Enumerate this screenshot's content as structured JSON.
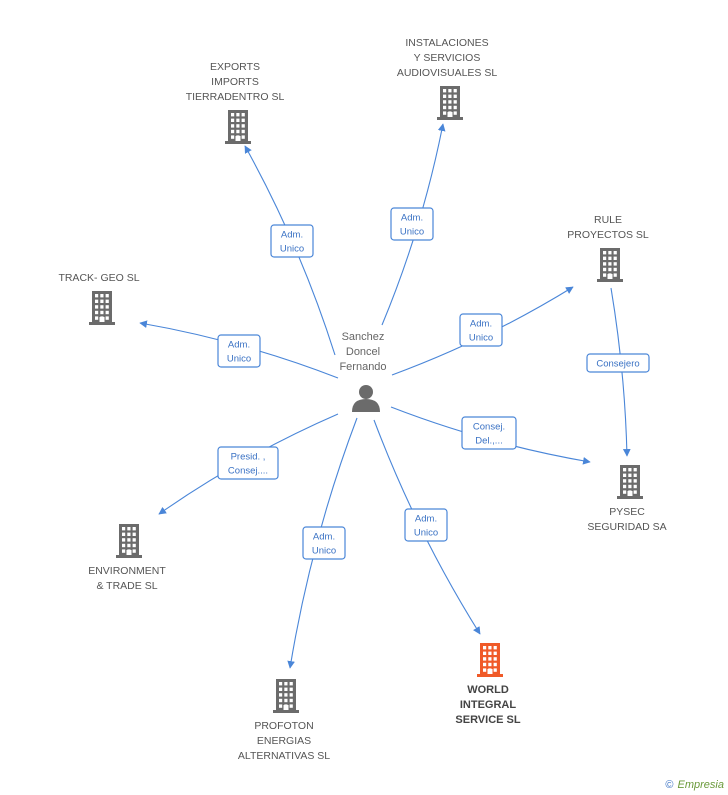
{
  "center": {
    "name_lines": [
      "Sanchez",
      "Doncel",
      "Fernando"
    ],
    "icon": "person-icon"
  },
  "companies": [
    {
      "id": "exports",
      "lines": [
        "EXPORTS",
        "IMPORTS",
        "TIERRADENTRO SL"
      ],
      "icon": "building-icon",
      "highlight": false
    },
    {
      "id": "instalaciones",
      "lines": [
        "INSTALACIONES",
        "Y SERVICIOS",
        "AUDIOVISUALES SL"
      ],
      "icon": "building-icon",
      "highlight": false
    },
    {
      "id": "rule",
      "lines": [
        "RULE",
        "PROYECTOS SL"
      ],
      "icon": "building-icon",
      "highlight": false
    },
    {
      "id": "track",
      "lines": [
        "TRACK- GEO SL"
      ],
      "icon": "building-icon",
      "highlight": false
    },
    {
      "id": "pysec",
      "lines": [
        "PYSEC",
        "SEGURIDAD SA"
      ],
      "icon": "building-icon",
      "highlight": false
    },
    {
      "id": "environment",
      "lines": [
        "ENVIRONMENT",
        "& TRADE SL"
      ],
      "icon": "building-icon",
      "highlight": false
    },
    {
      "id": "profoton",
      "lines": [
        "PROFOTON",
        "ENERGIAS",
        "ALTERNATIVAS SL"
      ],
      "icon": "building-icon",
      "highlight": false
    },
    {
      "id": "world",
      "lines": [
        "WORLD",
        "INTEGRAL",
        "SERVICE SL"
      ],
      "icon": "building-icon",
      "highlight": true
    }
  ],
  "edges": [
    {
      "from": "center",
      "to": "exports",
      "lines": [
        "Adm.",
        "Unico"
      ]
    },
    {
      "from": "center",
      "to": "instalaciones",
      "lines": [
        "Adm.",
        "Unico"
      ]
    },
    {
      "from": "center",
      "to": "rule",
      "lines": [
        "Adm.",
        "Unico"
      ]
    },
    {
      "from": "center",
      "to": "track",
      "lines": [
        "Adm.",
        "Unico"
      ]
    },
    {
      "from": "center",
      "to": "pysec",
      "lines": [
        "Consej.",
        "Del.,..."
      ]
    },
    {
      "from": "center",
      "to": "environment",
      "lines": [
        "Presid. ,",
        "Consej...."
      ]
    },
    {
      "from": "center",
      "to": "profoton",
      "lines": [
        "Adm.",
        "Unico"
      ]
    },
    {
      "from": "center",
      "to": "world",
      "lines": [
        "Adm.",
        "Unico"
      ]
    },
    {
      "from": "rule",
      "to": "pysec",
      "lines": [
        "Consejero"
      ]
    }
  ],
  "colors": {
    "building": "#6b6b6b",
    "highlight": "#f05a28",
    "edge": "#4a86d8",
    "person": "#6b6b6b"
  },
  "footer": {
    "copyright": "©",
    "brand": "Empresia"
  }
}
